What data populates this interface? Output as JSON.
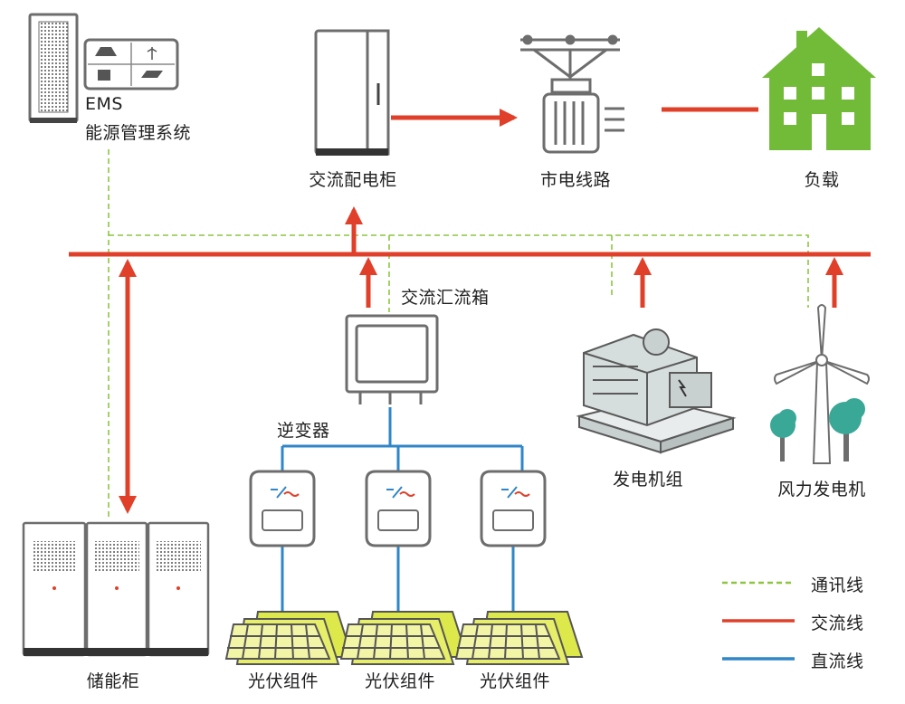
{
  "nodes": {
    "ems": {
      "line1": "EMS",
      "line2": "能源管理系统"
    },
    "ac_cabinet": {
      "label": "交流配电柜"
    },
    "grid_line": {
      "label": "市电线路"
    },
    "load": {
      "label": "负载"
    },
    "ac_combiner": {
      "label": "交流汇流箱"
    },
    "inverter": {
      "label": "逆变器"
    },
    "genset": {
      "label": "发电机组"
    },
    "wind": {
      "label": "风力发电机"
    },
    "storage": {
      "label": "储能柜"
    },
    "pv": [
      {
        "label": "光伏组件"
      },
      {
        "label": "光伏组件"
      },
      {
        "label": "光伏组件"
      }
    ]
  },
  "legend": [
    {
      "label": "通讯线",
      "color": "#8cc63f",
      "style": "dashed"
    },
    {
      "label": "交流线",
      "color": "#e0402a",
      "style": "solid"
    },
    {
      "label": "直流线",
      "color": "#2f86c8",
      "style": "solid"
    }
  ],
  "colors": {
    "ac_line": "#e0402a",
    "dc_line": "#2f86c8",
    "comm_line": "#8cc63f",
    "load_house": "#72bb38",
    "device_gray": "#6d6d6d"
  }
}
